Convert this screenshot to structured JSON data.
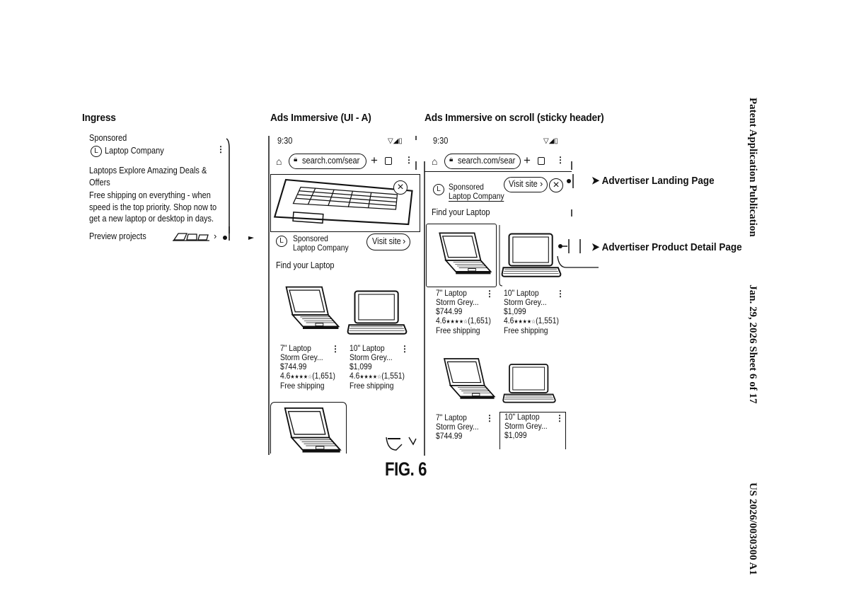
{
  "sidebar": {
    "publication": "Patent Application Publication",
    "date_sheet": "Jan. 29, 2026  Sheet 6 of 17",
    "number": "US 2026/0030300 A1"
  },
  "figure_label": "FIG. 6",
  "ingress": {
    "heading": "Ingress",
    "sponsored": "Sponsored",
    "logo_letter": "L",
    "company": "Laptop Company",
    "title_line1": "Laptops Explore Amazing Deals &",
    "title_line2": "Offers",
    "body_line1": "Free shipping on everything - when",
    "body_line2": "speed is the top priority. Shop now to",
    "body_line3": "get a new laptop or desktop in days.",
    "preview": "Preview projects",
    "chevron": "›"
  },
  "immersive": {
    "heading": "Ads Immersive (UI - A)",
    "time": "9:30",
    "status_icons": "▽◢▯",
    "url": "search.com/sear",
    "plus": "+",
    "sponsored": "Sponsored",
    "logo_letter": "L",
    "company": "Laptop Company",
    "visit": "Visit site",
    "visit_chevron": "›",
    "close": "×",
    "find": "Find your Laptop",
    "products": [
      {
        "name1": "7\" Laptop",
        "name2": "Storm Grey...",
        "price": "$744.99",
        "rating": "4.6",
        "stars": "★★★★☆",
        "reviews": "(1,651)",
        "shipping": "Free shipping"
      },
      {
        "name1": "10\" Laptop",
        "name2": "Storm Grey...",
        "price": "$1,099",
        "rating": "4.6",
        "stars": "★★★★☆",
        "reviews": "(1,551)",
        "shipping": "Free shipping"
      }
    ]
  },
  "scroll": {
    "heading": "Ads Immersive on scroll (sticky header)",
    "time": "9:30",
    "status_icons": "▽◢▯",
    "url": "search.com/sear",
    "plus": "+",
    "sponsored": "Sponsored",
    "logo_letter": "L",
    "company": "Laptop Company",
    "visit": "Visit site",
    "visit_chevron": "›",
    "close": "×",
    "find": "Find your Laptop",
    "products": [
      {
        "name1": "7\" Laptop",
        "name2": "Storm Grey...",
        "price": "$744.99",
        "rating": "4.6",
        "stars": "★★★★☆",
        "reviews": "(1,651)",
        "shipping": "Free shipping"
      },
      {
        "name1": "10\" Laptop",
        "name2": "Storm Grey...",
        "price": "$1,099",
        "rating": "4.6",
        "stars": "★★★★☆",
        "reviews": "(1,551)",
        "shipping": "Free shipping"
      }
    ],
    "products_row2": [
      {
        "name1": "7\" Laptop",
        "name2": "Storm Grey...",
        "price": "$744.99"
      },
      {
        "name1": "10\" Laptop",
        "name2": "Storm Grey...",
        "price": "$1,099"
      }
    ]
  },
  "targets": {
    "landing": "Advertiser Landing Page",
    "pdp": "Advertiser Product Detail Page"
  }
}
